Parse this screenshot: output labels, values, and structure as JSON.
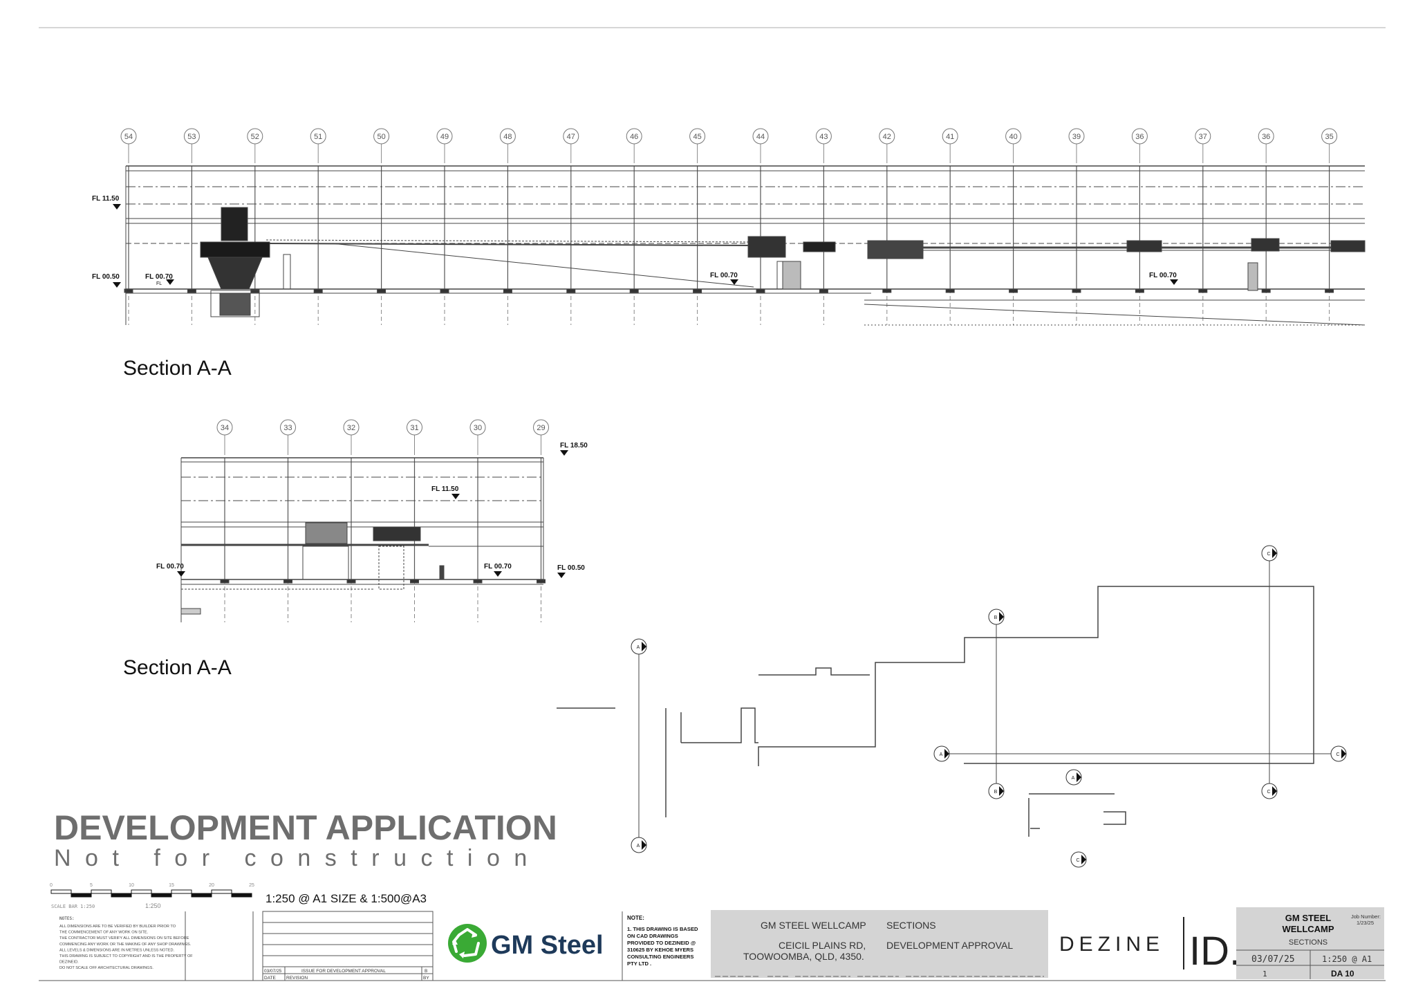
{
  "section_a": {
    "title": "Section A-A",
    "grid_labels": [
      "54",
      "53",
      "52",
      "51",
      "50",
      "49",
      "48",
      "47",
      "46",
      "45",
      "44",
      "43",
      "42",
      "41",
      "40",
      "39",
      "36",
      "37",
      "36",
      "35"
    ],
    "levels": {
      "fl_top": "FL 11.50",
      "fl_left": "FL 00.50",
      "fl_mid_left": "FL 00.70",
      "fl_small": "FL",
      "fl_center": "FL 00.70",
      "fl_right": "FL 00.70"
    }
  },
  "section_b": {
    "title": "Section A-A",
    "grid_labels": [
      "34",
      "33",
      "32",
      "31",
      "30",
      "29"
    ],
    "levels": {
      "fl_roof": "FL 18.50",
      "fl_mid": "FL 11.50",
      "fl_left": "FL 00.70",
      "fl_center": "FL 00.70",
      "fl_right": "FL 00.50"
    }
  },
  "key_plan": {
    "markers": [
      "C",
      "B",
      "A",
      "A",
      "B",
      "C",
      "A",
      "C",
      "A",
      "C"
    ]
  },
  "stamp": {
    "heading": "DEVELOPMENT APPLICATION",
    "subheading": "Not for construction"
  },
  "scale": {
    "ticks": [
      "0",
      "5",
      "10",
      "15",
      "20",
      "25"
    ],
    "caption": "SCALE BAR 1:250",
    "unit": "1:250",
    "note": "1:250 @ A1 SIZE & 1:500@A3"
  },
  "notes": {
    "label": "NOTES:",
    "lines": [
      "ALL DIMENSIONS ARE TO BE VERIFIED BY BUILDER PRIOR TO",
      "THE COMMENCEMENT OF ANY WORK ON SITE.",
      "THE CONTRACTOR MUST VERIFY ALL DIMENSIONS ON SITE BEFORE",
      "COMMENCING ANY WORK OR THE MAKING OF ANY SHOP DRAWINGS.",
      "ALL LEVELS & DIMENSIONS ARE IN METRES UNLESS NOTED.",
      "THIS DRAWING IS SUBJECT TO COPYRIGHT AND IS THE PROPERTY OF",
      "DEZINEID.",
      "DO NOT SCALE OFF ARCHITECTURAL DRAWINGS."
    ]
  },
  "revisions": {
    "row_date": "03/07/25",
    "row_desc": "ISSUE FOR DEVELOPMENT APPROVAL",
    "row_rev": "B",
    "head_date": "DATE",
    "head_desc": "REVISION",
    "head_by": "BY"
  },
  "client": {
    "name": "GM Steel"
  },
  "drawing_note": {
    "heading": "NOTE:",
    "lines": [
      "1. THIS DRAWING IS BASED",
      "ON CAD DRAWINGS",
      "PROVIDED TO DEZINEID @",
      "310625 BY KEHOE MYERS",
      "CONSULTING ENGINEERS",
      "PTY LTD ."
    ]
  },
  "project": {
    "name": "GM STEEL WELLCAMP",
    "address_1": "CEICIL PLAINS RD,",
    "address_2": "TOOWOOMBA, QLD, 4350.",
    "sheet_title": "SECTIONS",
    "purpose": "DEVELOPMENT APPROVAL"
  },
  "architect": {
    "wordmark": "DEZINE",
    "mark": "ID."
  },
  "title_block": {
    "client_1": "GM STEEL",
    "client_2": "WELLCAMP",
    "job_label": "Job Number:",
    "job_number": "1/23/25",
    "sheet_name": "SECTIONS",
    "date": "03/07/25",
    "scale": "1:250 @ A1",
    "revision": "1",
    "drawing_number": "DA 10"
  },
  "colors": {
    "line": "#444444",
    "stamp_text": "#6e6e6e",
    "panel_fill": "#d4d4d4",
    "brand_green": "#3aaa35"
  }
}
